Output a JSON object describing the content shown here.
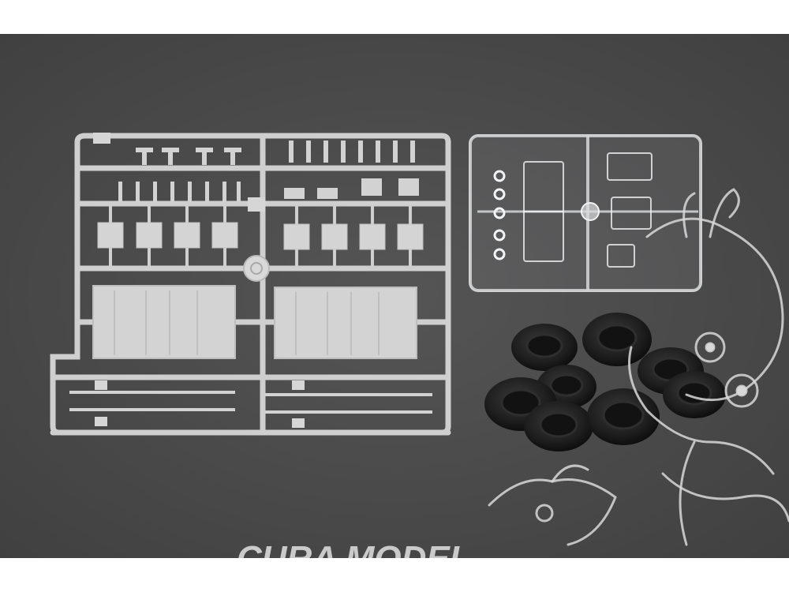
{
  "photo": {
    "subject": "grey-sprue-clear-sprue-rubber-tires",
    "background_color": "#4a4a4a",
    "frame_color": "#ffffff"
  },
  "watermark": {
    "text": "CURA MODEL",
    "color": "#d8d8d8"
  },
  "parts": {
    "grey_sprue_color": "#cfcfcf",
    "clear_sprue_color": "#e6e9ea",
    "tire_color": "#1c1c1c",
    "tire_count": 8
  }
}
